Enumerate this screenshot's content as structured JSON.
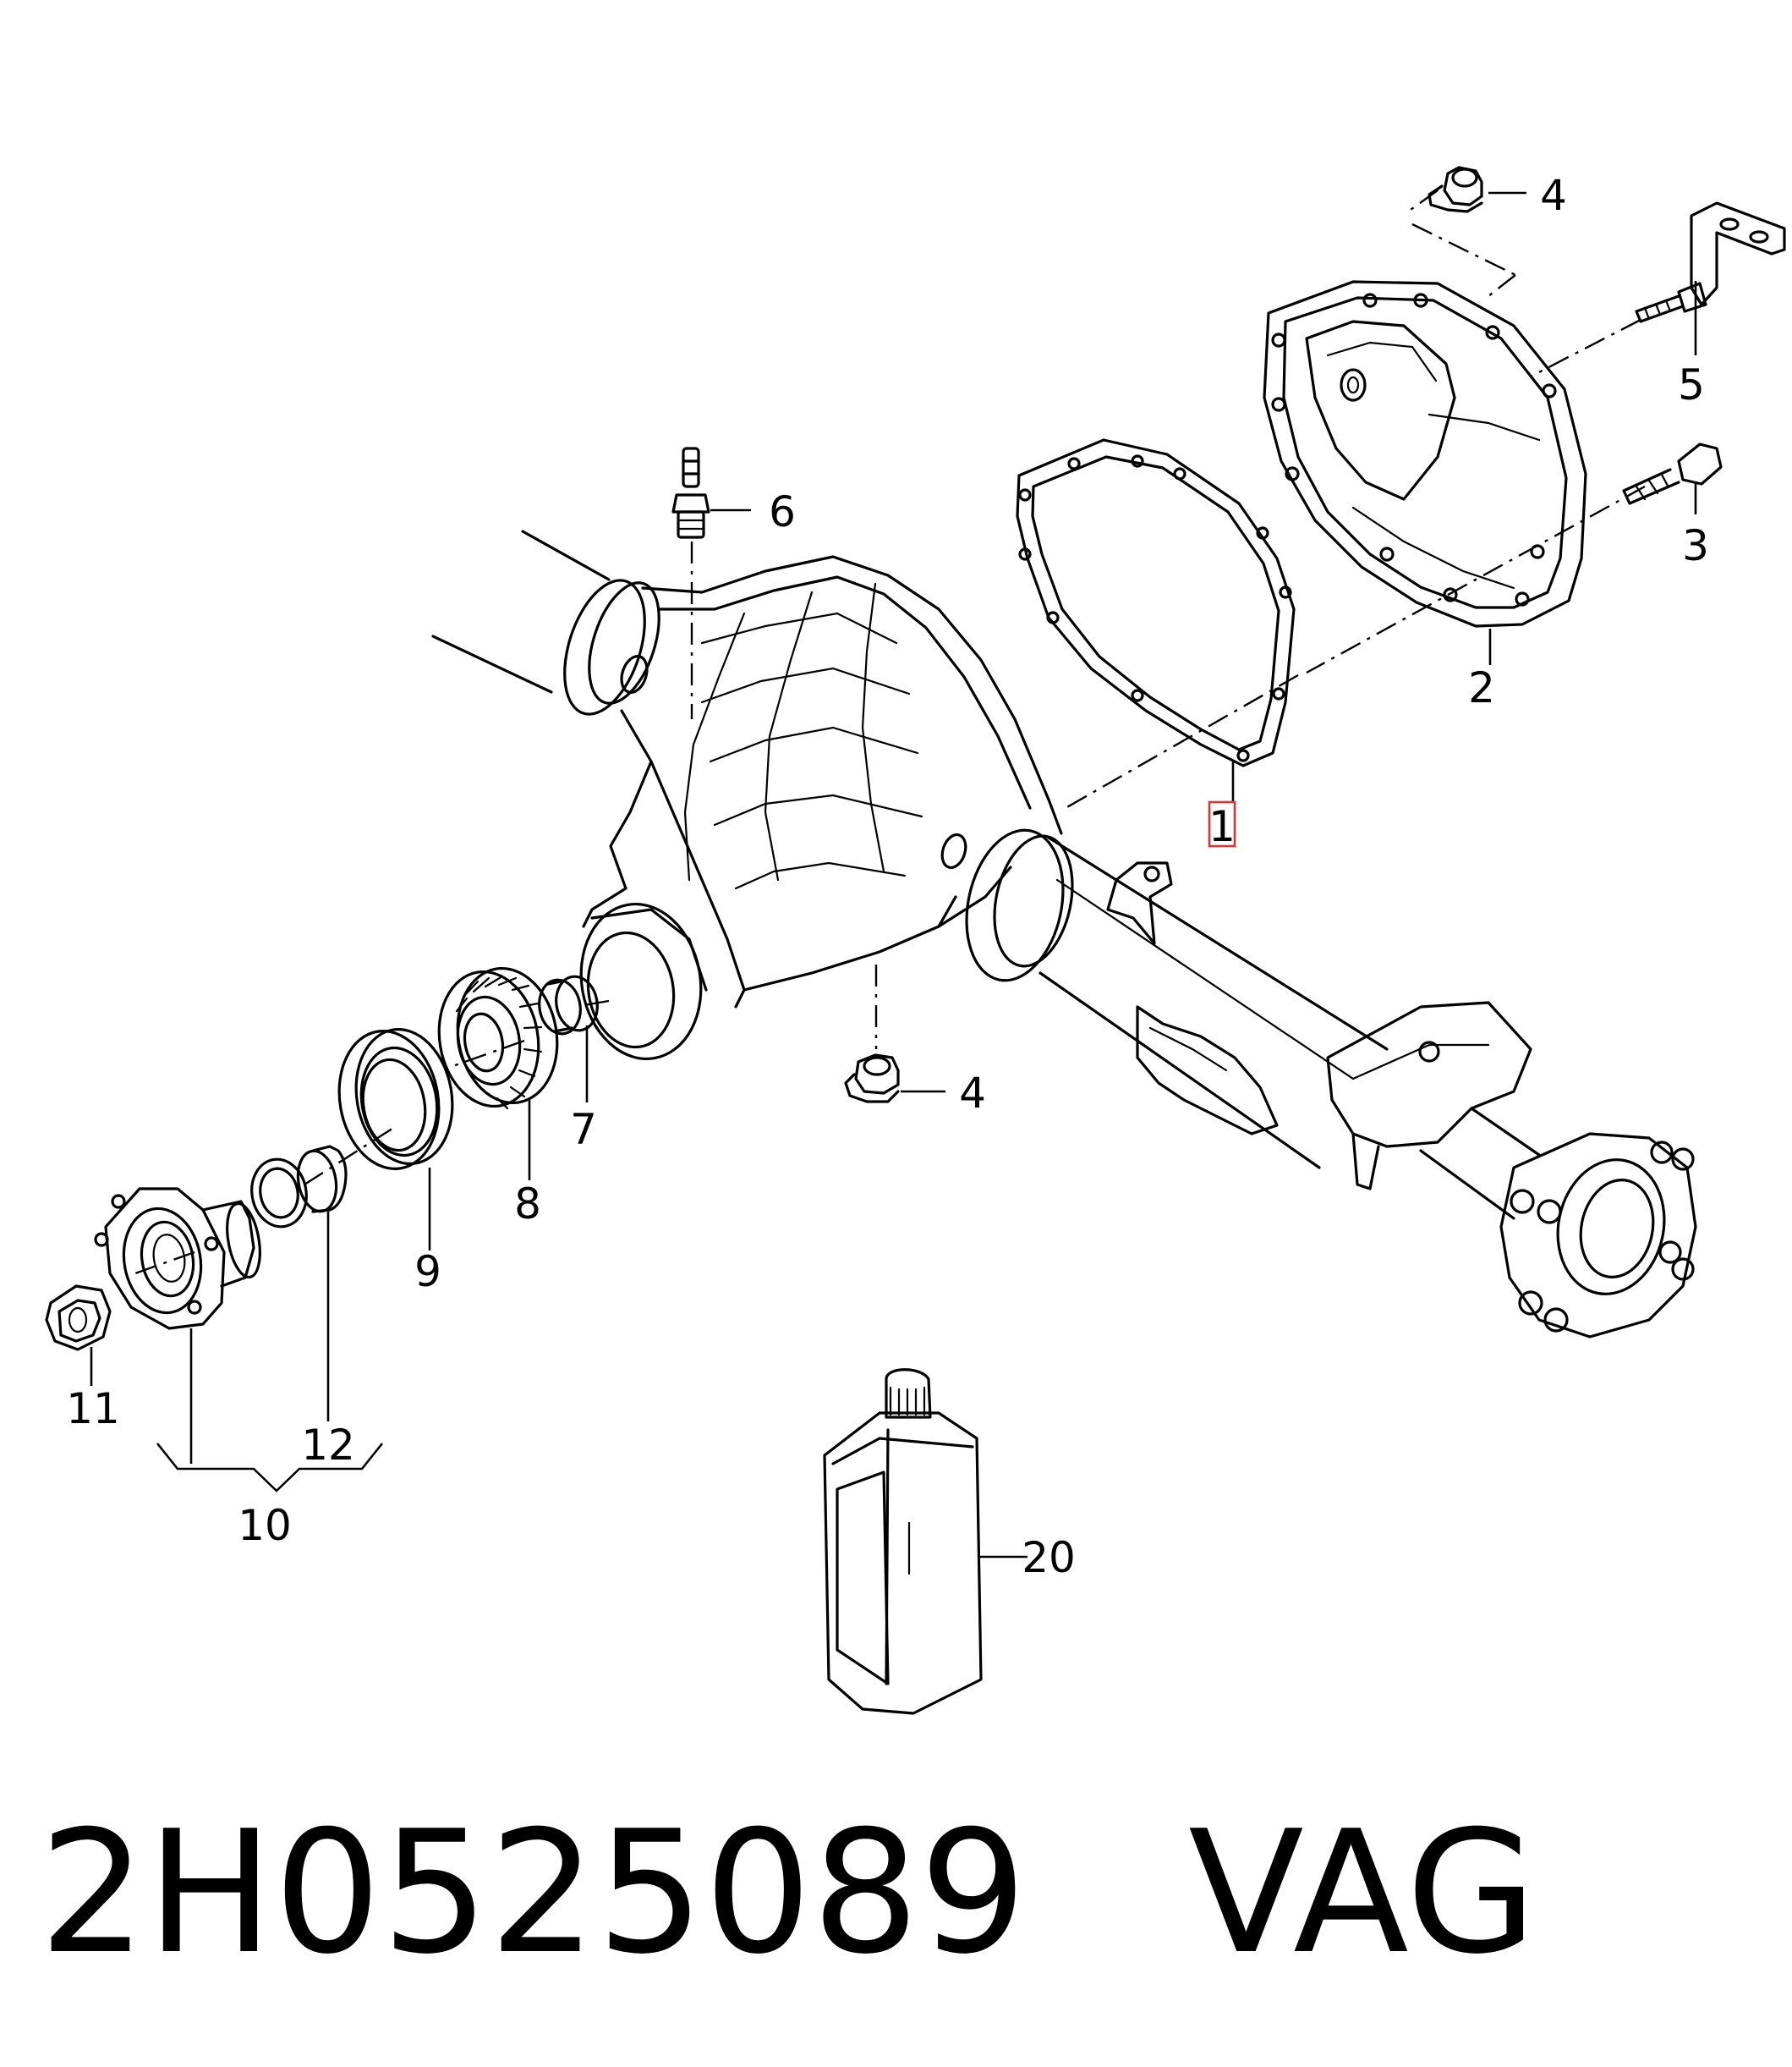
{
  "callouts": {
    "c1": "1",
    "c2": "2",
    "c3": "3",
    "c4_top": "4",
    "c4_bottom": "4",
    "c5": "5",
    "c6": "6",
    "c7": "7",
    "c8": "8",
    "c9": "9",
    "c10": "10",
    "c11": "11",
    "c12": "12",
    "c20": "20"
  },
  "highlighted_callout": "1",
  "highlight_color": "#d23a3a",
  "caption": "2H0525089   VAG"
}
